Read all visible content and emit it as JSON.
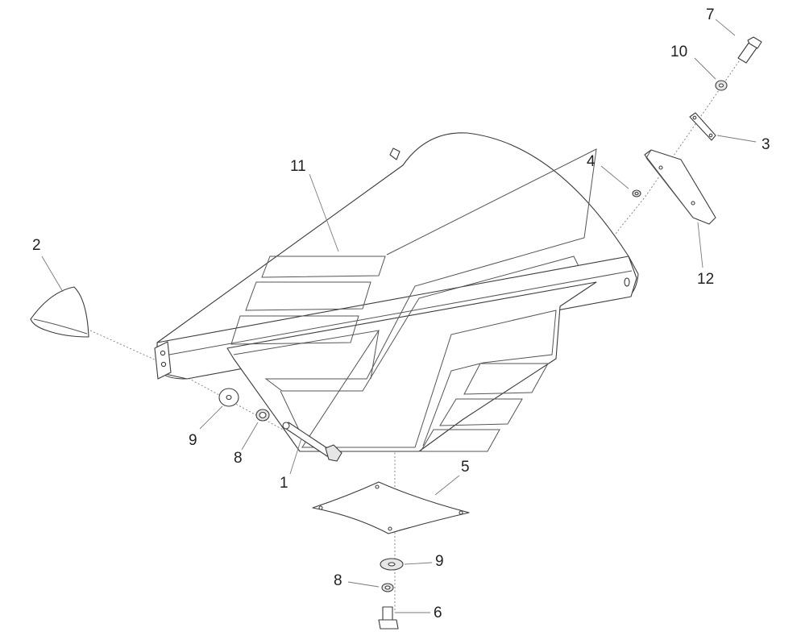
{
  "callouts": [
    {
      "id": "c7",
      "label": "7"
    },
    {
      "id": "c10",
      "label": "10"
    },
    {
      "id": "c3",
      "label": "3"
    },
    {
      "id": "c4",
      "label": "4"
    },
    {
      "id": "c12",
      "label": "12"
    },
    {
      "id": "c11",
      "label": "11"
    },
    {
      "id": "c2",
      "label": "2"
    },
    {
      "id": "c9a",
      "label": "9"
    },
    {
      "id": "c8a",
      "label": "8"
    },
    {
      "id": "c1",
      "label": "1"
    },
    {
      "id": "c5",
      "label": "5"
    },
    {
      "id": "c9b",
      "label": "9"
    },
    {
      "id": "c8b",
      "label": "8"
    },
    {
      "id": "c6",
      "label": "6"
    }
  ],
  "colors": {
    "line": "#3c3c3c",
    "leader": "#7a7a7a",
    "text": "#222222"
  }
}
